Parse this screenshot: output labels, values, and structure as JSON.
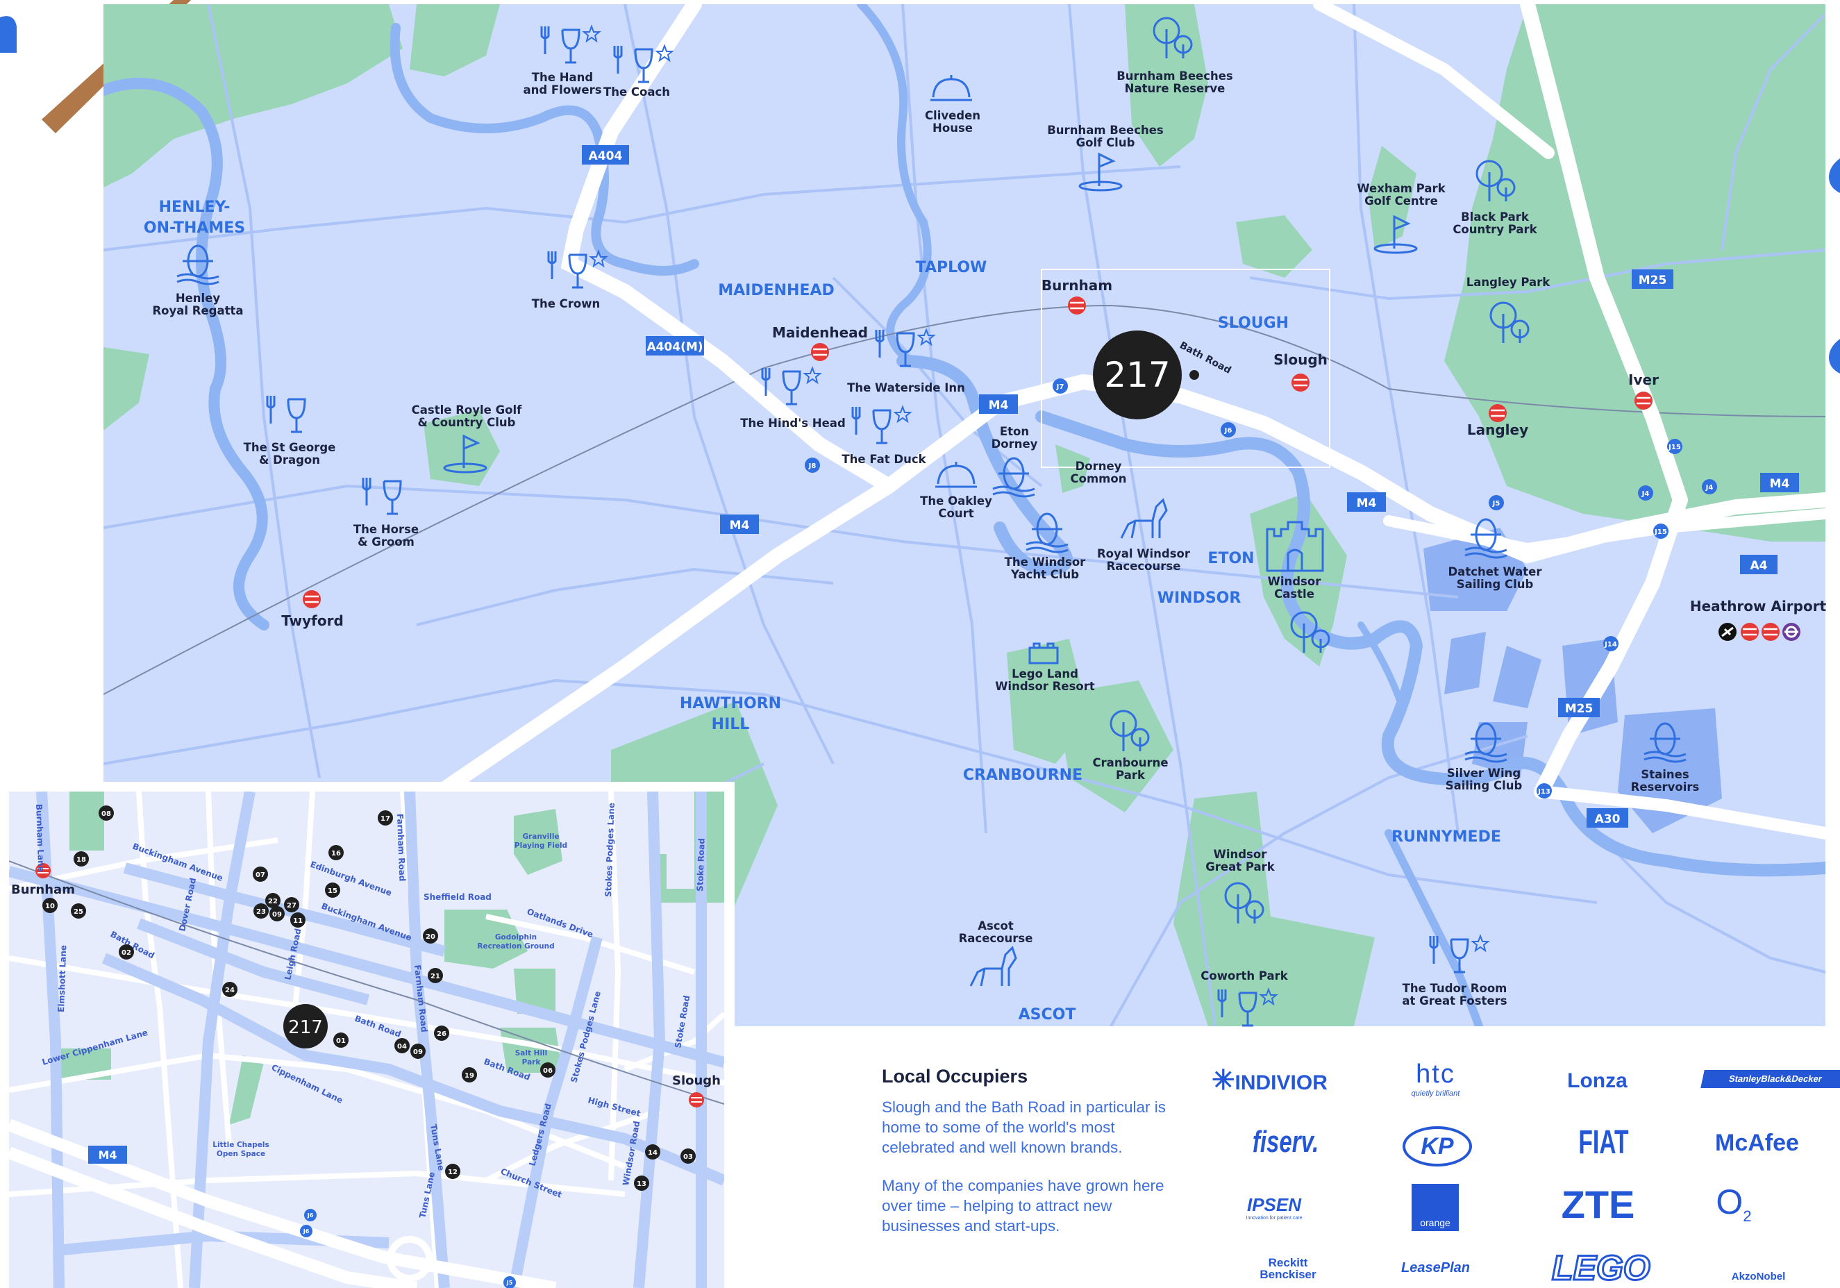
{
  "colors": {
    "land": "#cddcfd",
    "road": "#ffffff",
    "minor_road": "#abc3f6",
    "river": "#8fb4f3",
    "park": "#9ad5b8",
    "water_body": "#8fb0f2",
    "accent": "#2f6fe0",
    "marker": "#1f1f1f",
    "rail": "#e53935"
  },
  "places": [
    "HENLEY-",
    "ON-THAMES",
    "MAIDENHEAD",
    "TAPLOW",
    "SLOUGH",
    "ETON",
    "WINDSOR",
    "HAWTHORN",
    "HILL",
    "CRANBOURNE",
    "RUNNYMEDE",
    "ASCOT"
  ],
  "stations": [
    "Burnham",
    "Maidenhead",
    "Slough",
    "Langley",
    "Iver",
    "Twyford"
  ],
  "airport": {
    "label": "Heathrow Airport",
    "icons": [
      "plane-icon",
      "rail-icon",
      "rail-icon",
      "underground-icon"
    ]
  },
  "roads": [
    "A404",
    "A404(M)",
    "M4",
    "M4",
    "M4",
    "M25",
    "M25",
    "A4",
    "A30",
    "M4"
  ],
  "junctions": [
    "J7",
    "J8",
    "J6",
    "J5",
    "J4",
    "J4",
    "J15",
    "J15",
    "J14",
    "J13"
  ],
  "poi": {
    "hand_flowers": [
      "The Hand",
      "and Flowers"
    ],
    "coach": [
      "The Coach"
    ],
    "cliveden": [
      "Cliveden",
      "House"
    ],
    "burnham_beeches_nr": [
      "Burnham Beeches",
      "Nature Reserve"
    ],
    "burnham_beeches_golf": [
      "Burnham Beeches",
      "Golf Club"
    ],
    "wexham": [
      "Wexham Park",
      "Golf Centre"
    ],
    "black_park": [
      "Black Park",
      "Country Park"
    ],
    "langley_park": [
      "Langley Park"
    ],
    "henley_regatta": [
      "Henley",
      "Royal Regatta"
    ],
    "crown": [
      "The Crown"
    ],
    "waterside": [
      "The Waterside Inn"
    ],
    "hinds_head": [
      "The Hind's Head"
    ],
    "fat_duck": [
      "The Fat Duck"
    ],
    "castle_royle": [
      "Castle Royle Golf",
      "& Country Club"
    ],
    "st_george": [
      "The St George",
      "& Dragon"
    ],
    "horse_groom": [
      "The Horse",
      "& Groom"
    ],
    "eton_dorney": [
      "Eton",
      "Dorney"
    ],
    "dorney_common": [
      "Dorney",
      "Common"
    ],
    "oakley": [
      "The Oakley",
      "Court"
    ],
    "yacht": [
      "The Windsor",
      "Yacht Club"
    ],
    "racecourse": [
      "Royal Windsor",
      "Racecourse"
    ],
    "castle": [
      "Windsor",
      "Castle"
    ],
    "datchet": [
      "Datchet Water",
      "Sailing Club"
    ],
    "legoland": [
      "Lego Land",
      "Windsor Resort"
    ],
    "cranbourne_park": [
      "Cranbourne",
      "Park"
    ],
    "silver_wing": [
      "Silver Wing",
      "Sailing Club"
    ],
    "staines": [
      "Staines",
      "Reservoirs"
    ],
    "great_park": [
      "Windsor",
      "Great Park"
    ],
    "ascot_race": [
      "Ascot",
      "Racecourse"
    ],
    "coworth": [
      "Coworth Park"
    ],
    "tudor": [
      "The Tudor Room",
      "at Great Fosters"
    ]
  },
  "site_marker": {
    "label": "217",
    "street": "Bath Road"
  },
  "inset": {
    "marker": "217",
    "stations": [
      "Burnham",
      "Slough"
    ],
    "road": "M4",
    "streets": [
      "Burnham Lane",
      "Buckingham Avenue",
      "Edinburgh Avenue",
      "Farnham Road",
      "Sheffield Road",
      "Oatlands Drive",
      "Stokes Podges Lane",
      "Stoke Road",
      "Dover Road",
      "Bath Road",
      "Buckingham Avenue",
      "Leigh Road",
      "Elmshott Lane",
      "Lower Cippenham Lane",
      "Cippenham Lane",
      "Bath Road",
      "Bath Road",
      "Tuns Lane",
      "Ledgers Road",
      "Stokes Podges Lane",
      "High Street",
      "Stoke Road",
      "Windsor Road",
      "Church Street",
      "Tuns Lane",
      "Farnham Road"
    ],
    "parks": [
      [
        "Granville",
        "Playing Field"
      ],
      [
        "Godolphin",
        "Recreation Ground"
      ],
      [
        "Salt Hill",
        "Park"
      ],
      [
        "Little Chapels",
        "Open Space"
      ]
    ],
    "junctions": [
      "J6",
      "J6",
      "J5"
    ],
    "numbers": [
      "08",
      "18",
      "10",
      "25",
      "17",
      "16",
      "07",
      "22",
      "27",
      "23",
      "09",
      "11",
      "15",
      "20",
      "02",
      "21",
      "24",
      "01",
      "26",
      "04",
      "09",
      "06",
      "19",
      "14",
      "03",
      "13",
      "12"
    ]
  },
  "occupiers": {
    "title": "Local Occupiers",
    "para1": "Slough and the Bath Road in particular is home to some of the world's most celebrated and well known brands.",
    "para2": "Many of the companies have grown here over time – helping to attract new businesses and start-ups.",
    "logos": [
      "INDIVIOR",
      "htc",
      "quietly brilliant",
      "Lonza",
      "StanleyBlack&Decker",
      "fiserv.",
      "KP",
      "FIAT",
      "McAfee",
      "IPSEN",
      "Innovation for patient care",
      "orange",
      "ZTE",
      "O",
      "2",
      "Reckitt",
      "Benckiser",
      "LeasePlan",
      "LEGO",
      "AkzoNobel"
    ]
  }
}
